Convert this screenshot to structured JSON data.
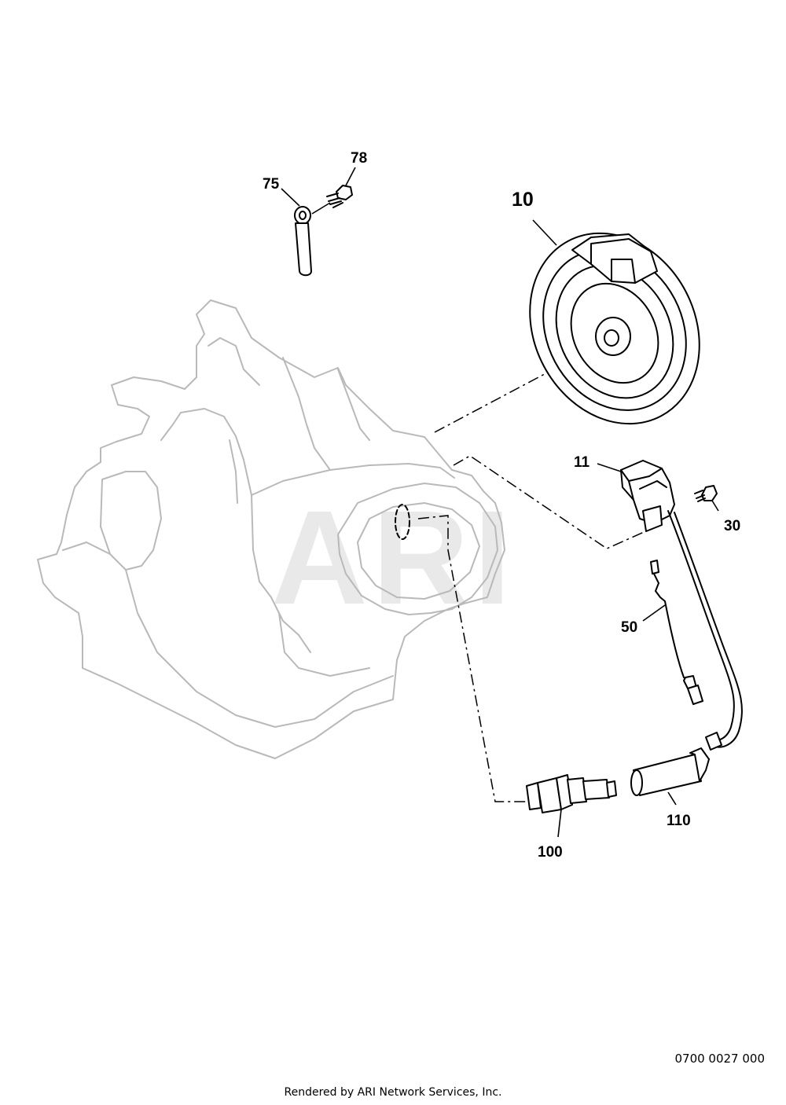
{
  "watermark": "ARI",
  "callouts": {
    "p10": "10",
    "p11": "11",
    "p30": "30",
    "p50": "50",
    "p75": "75",
    "p78": "78",
    "p100": "100",
    "p110": "110"
  },
  "footer": {
    "credit": "Rendered by ARI Network Services, Inc.",
    "drawing_number": "0700 0027 000"
  }
}
